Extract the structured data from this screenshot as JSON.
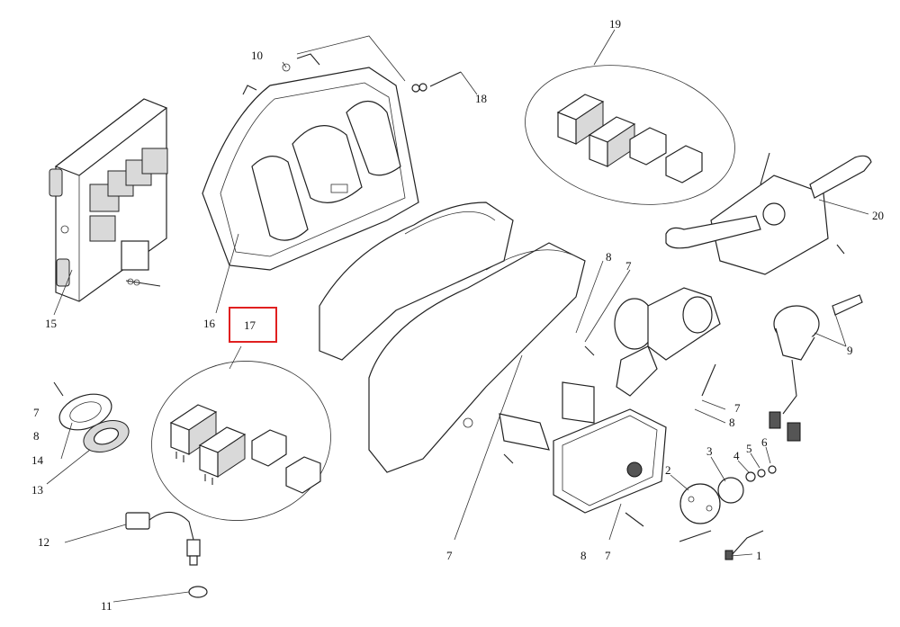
{
  "labels": {
    "p1": "1",
    "p2": "2",
    "p3": "3",
    "p4": "4",
    "p5": "5",
    "p6": "6",
    "p7a": "7",
    "p7b": "7",
    "p7c": "7",
    "p7d": "7",
    "p7e": "7",
    "p8a": "8",
    "p8b": "8",
    "p8c": "8",
    "p8d": "8",
    "p9": "9",
    "p10": "10",
    "p11": "11",
    "p12": "12",
    "p13": "13",
    "p14": "14",
    "p15": "15",
    "p16": "16",
    "p17": "17",
    "p18": "18",
    "p19": "19",
    "p20": "20"
  },
  "highlight": {
    "target": "17",
    "color": "#e02020"
  }
}
